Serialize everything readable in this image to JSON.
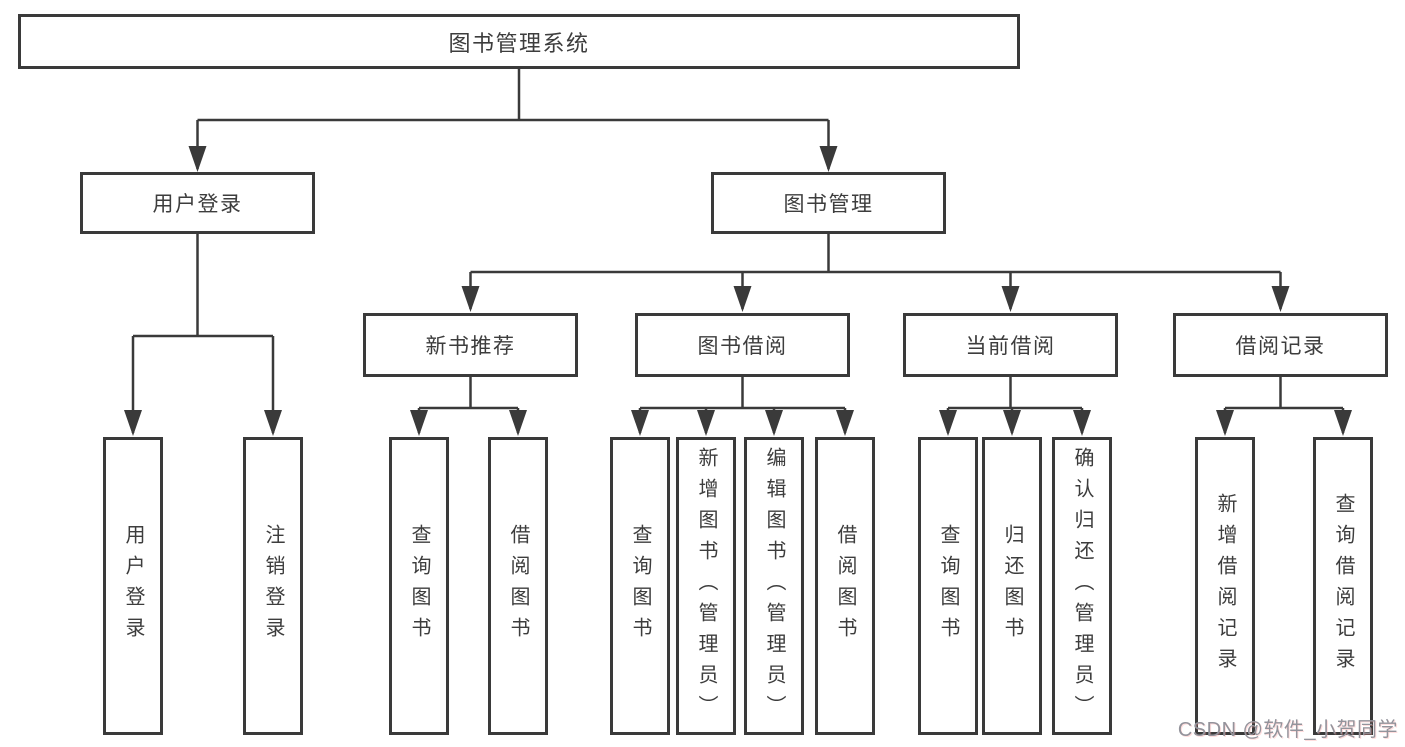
{
  "diagram": {
    "title": "图书管理系统",
    "level2": {
      "user_login": "用户登录",
      "book_mgmt": "图书管理"
    },
    "level3": {
      "new_books": "新书推荐",
      "book_borrow": "图书借阅",
      "current_borrow": "当前借阅",
      "borrow_records": "借阅记录"
    },
    "leaves": {
      "user_login": [
        "用户登录",
        "注销登录"
      ],
      "new_books": [
        "查询图书",
        "借阅图书"
      ],
      "book_borrow": [
        "查询图书",
        "新增图书（管理员）",
        "编辑图书（管理员）",
        "借阅图书"
      ],
      "current_borrow": [
        "查询图书",
        "归还图书",
        "确认归还（管理员）"
      ],
      "borrow_records": [
        "新增借阅记录",
        "查询借阅记录"
      ]
    }
  },
  "watermark": "CSDN @软件_小贺同学",
  "colors": {
    "line": "#3a3a3a",
    "text": "#3d3d3d",
    "background": "#ffffff",
    "watermark": "#93939b"
  }
}
